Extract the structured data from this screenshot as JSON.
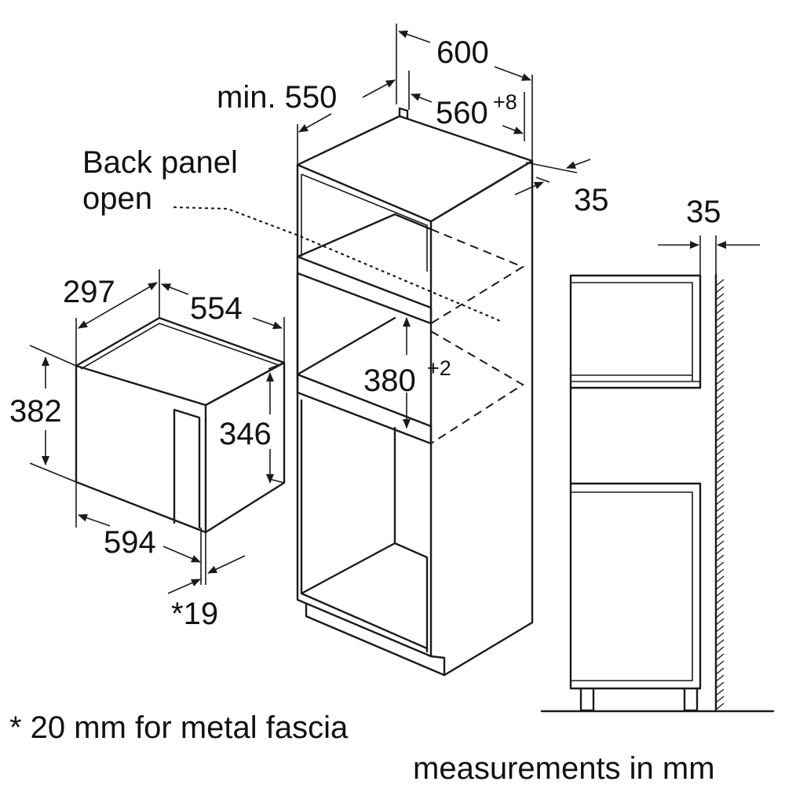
{
  "microwave": {
    "depth_label": "297",
    "width_top_label": "554",
    "height_label": "382",
    "inner_height_label": "346",
    "width_bottom_label": "594",
    "fascia_label": "*19"
  },
  "cabinet": {
    "width_label": "600",
    "min_depth_label": "min. 550",
    "inner_width_label": "560",
    "inner_width_tolerance": "+8",
    "side_label": "35",
    "back_panel_label_line1": "Back panel",
    "back_panel_label_line2": "open",
    "niche_height_label": "380",
    "niche_height_tolerance": "+2"
  },
  "side_view": {
    "gap_label": "35"
  },
  "footnotes": {
    "fascia_note": "* 20 mm for metal fascia",
    "units_note": "measurements in mm"
  },
  "colors": {
    "line": "#1a1a1a",
    "background": "#ffffff"
  }
}
